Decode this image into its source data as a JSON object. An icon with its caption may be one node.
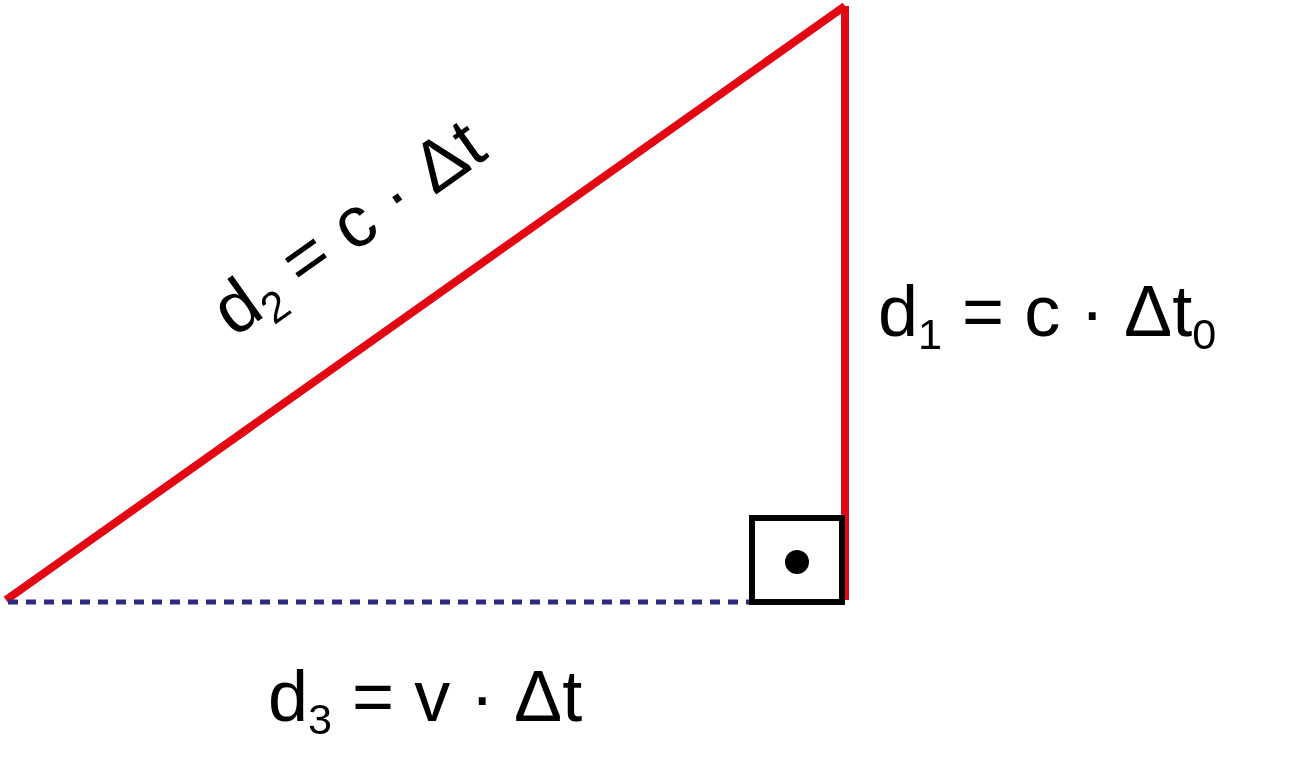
{
  "diagram": {
    "labels": [
      "d$_{2}$ = c · Δt",
      "d$_{1}$ = c · Δt$_{0}$",
      "d$_{3}$ = v · Δt"
    ]
  }
}
